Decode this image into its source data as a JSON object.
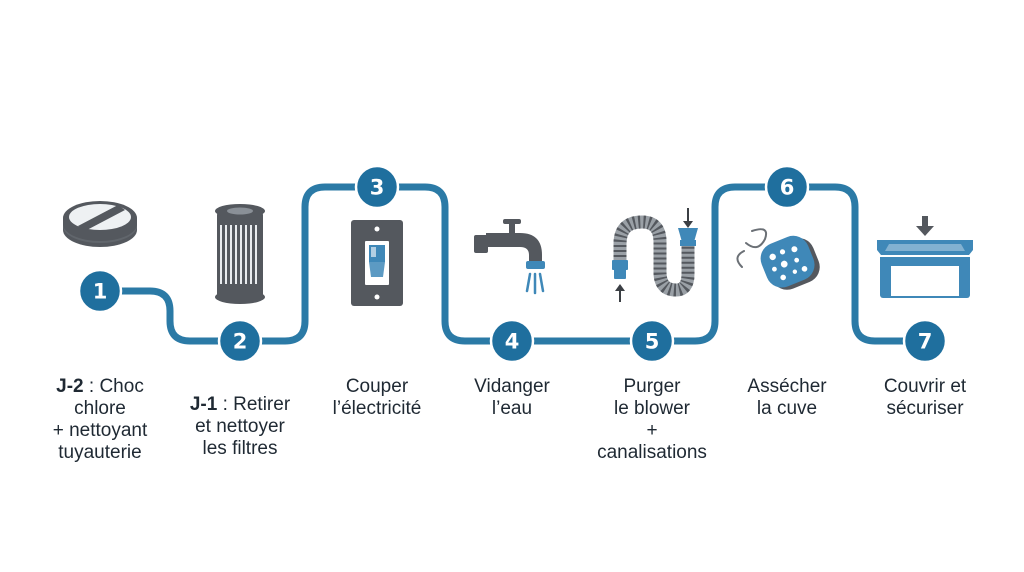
{
  "colors": {
    "path": "#2b7aa6",
    "circle": "#1f6f9e",
    "icon_blue": "#3f88b8",
    "icon_gray": "#54585e",
    "icon_light": "#e9ecef"
  },
  "steps": [
    {
      "number": "1",
      "icon": "chlorine-tablet-icon",
      "label": [
        {
          "bold": "J-2",
          "text": " : Choc"
        },
        {
          "bold": "",
          "text": "chlore"
        },
        {
          "bold": "",
          "text": "+ nettoyant"
        },
        {
          "bold": "",
          "text": "tuyauterie"
        }
      ]
    },
    {
      "number": "2",
      "icon": "cartridge-filter-icon",
      "label": [
        {
          "bold": "J-1",
          "text": " : Retirer"
        },
        {
          "bold": "",
          "text": "et nettoyer"
        },
        {
          "bold": "",
          "text": "les filtres"
        }
      ]
    },
    {
      "number": "3",
      "icon": "power-switch-icon",
      "label": [
        {
          "bold": "",
          "text": "Couper"
        },
        {
          "bold": "",
          "text": "l’électricité"
        }
      ]
    },
    {
      "number": "4",
      "icon": "water-tap-icon",
      "label": [
        {
          "bold": "",
          "text": "Vidanger"
        },
        {
          "bold": "",
          "text": "l’eau"
        }
      ]
    },
    {
      "number": "5",
      "icon": "flexible-hose-icon",
      "label": [
        {
          "bold": "",
          "text": "Purger"
        },
        {
          "bold": "",
          "text": "le blower"
        },
        {
          "bold": "",
          "text": "+"
        },
        {
          "bold": "",
          "text": "canalisations"
        }
      ]
    },
    {
      "number": "6",
      "icon": "sponge-icon",
      "label": [
        {
          "bold": "",
          "text": "Assécher"
        },
        {
          "bold": "",
          "text": "la cuve"
        }
      ]
    },
    {
      "number": "7",
      "icon": "spa-cover-icon",
      "label": [
        {
          "bold": "",
          "text": "Couvrir et"
        },
        {
          "bold": "",
          "text": "sécuriser"
        }
      ]
    }
  ]
}
